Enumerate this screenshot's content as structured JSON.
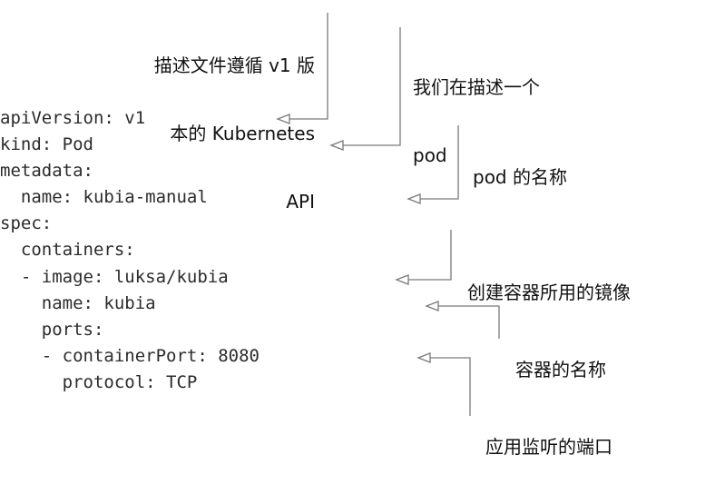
{
  "code_lines": [
    "apiVersion: v1",
    "kind: Pod",
    "metadata:",
    "  name: kubia-manual",
    "spec:",
    "  containers:",
    "  - image: luksa/kubia",
    "    name: kubia",
    "    ports:",
    "    - containerPort: 8080",
    "      protocol: TCP"
  ],
  "annotations": {
    "api_version": [
      "描述文件遵循 v1 版",
      "本的 Kubernetes",
      "API"
    ],
    "kind": [
      "我们在描述一个",
      "pod"
    ],
    "pod_name": [
      "pod 的名称"
    ],
    "image": [
      "创建容器所用的镜像"
    ],
    "container_name": [
      "容器的名称"
    ],
    "port": [
      "应用监听的端口"
    ]
  }
}
